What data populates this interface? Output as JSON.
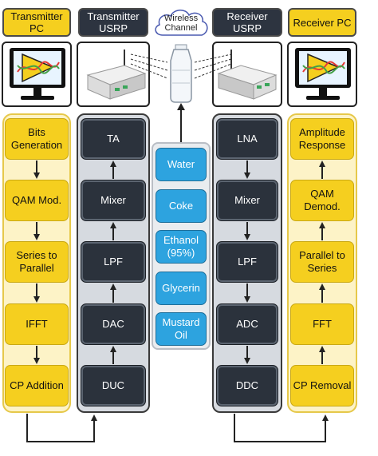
{
  "headers": {
    "transmitter_pc": "Transmitter PC",
    "transmitter_usrp": "Transmitter USRP",
    "wireless_channel": "Wireless Channel",
    "receiver_usrp": "Receiver USRP",
    "receiver_pc": "Receiver PC"
  },
  "tx_pc_blocks": [
    "Bits Generation",
    "QAM Mod.",
    "Series to Parallel",
    "IFFT",
    "CP Addition"
  ],
  "tx_usrp_blocks": [
    "TA",
    "Mixer",
    "LPF",
    "DAC",
    "DUC"
  ],
  "liquids": [
    "Water",
    "Coke",
    "Ethanol (95%)",
    "Glycerin",
    "Mustard Oil"
  ],
  "rx_usrp_blocks": [
    "LNA",
    "Mixer",
    "LPF",
    "ADC",
    "DDC"
  ],
  "rx_pc_blocks": [
    "Amplitude Response",
    "QAM Demod.",
    "Parallel to Series",
    "FFT",
    "CP Removal"
  ],
  "colors": {
    "yellow": "#f5cf1f",
    "dark": "#2b323c",
    "blue": "#2da3df",
    "yellow_panel": "#fdf3c7"
  },
  "icons": [
    "labview-monitor-icon",
    "usrp-device-icon",
    "bottle-icon",
    "cloud-icon"
  ]
}
